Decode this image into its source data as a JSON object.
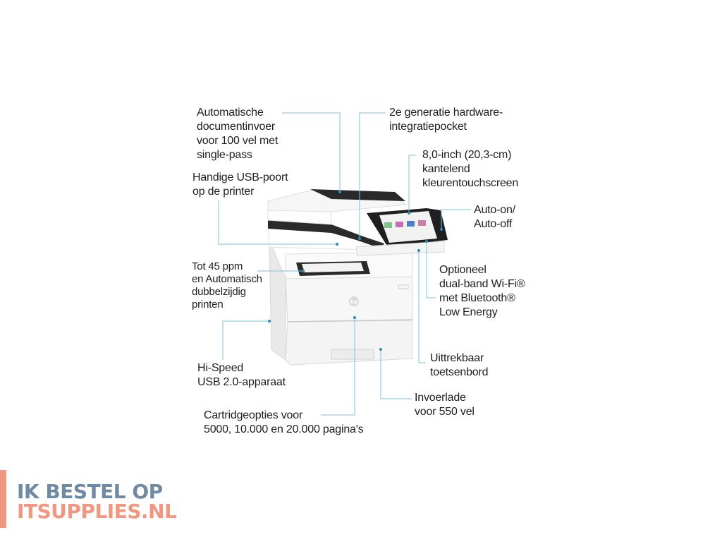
{
  "callouts": [
    {
      "id": "adf",
      "lines": [
        "Automatische",
        "documentinvoer",
        "voor 100 vel met",
        "single-pass"
      ]
    },
    {
      "id": "usb-port",
      "lines": [
        "Handige USB-poort",
        "op de printer"
      ]
    },
    {
      "id": "ppm",
      "lines": [
        "Tot 45 ppm",
        "en Automatisch",
        "dubbelzijdig",
        "printen"
      ]
    },
    {
      "id": "usb2",
      "lines": [
        "Hi-Speed",
        "USB 2.0-apparaat"
      ]
    },
    {
      "id": "cartridge",
      "lines": [
        "Cartridgeopties voor",
        "5000, 10.000 en 20.000 pagina's"
      ]
    },
    {
      "id": "hip",
      "lines": [
        "2e generatie hardware-",
        "integratiepocket"
      ]
    },
    {
      "id": "touchscreen",
      "lines": [
        "8,0-inch (20,3-cm)",
        "kantelend",
        "kleurentouchscreen"
      ]
    },
    {
      "id": "auto-on",
      "lines": [
        "Auto-on/",
        "Auto-off"
      ]
    },
    {
      "id": "wifi",
      "lines": [
        "Optioneel",
        "dual-band Wi-Fi®",
        "met Bluetooth®",
        "Low Energy"
      ]
    },
    {
      "id": "keyboard",
      "lines": [
        "Uittrekbaar",
        "toetsenbord"
      ]
    },
    {
      "id": "tray",
      "lines": [
        "Invoerlade",
        "voor 550 vel"
      ]
    }
  ],
  "product": {
    "brand_logo": "hp"
  },
  "watermark": {
    "line1": "IK BESTEL OP",
    "line2": "ITSUPPLIES.NL"
  },
  "colors": {
    "leader": "#7cc3dc",
    "logo_blue": "#6f8ba3",
    "logo_salmon": "#f2977f"
  }
}
